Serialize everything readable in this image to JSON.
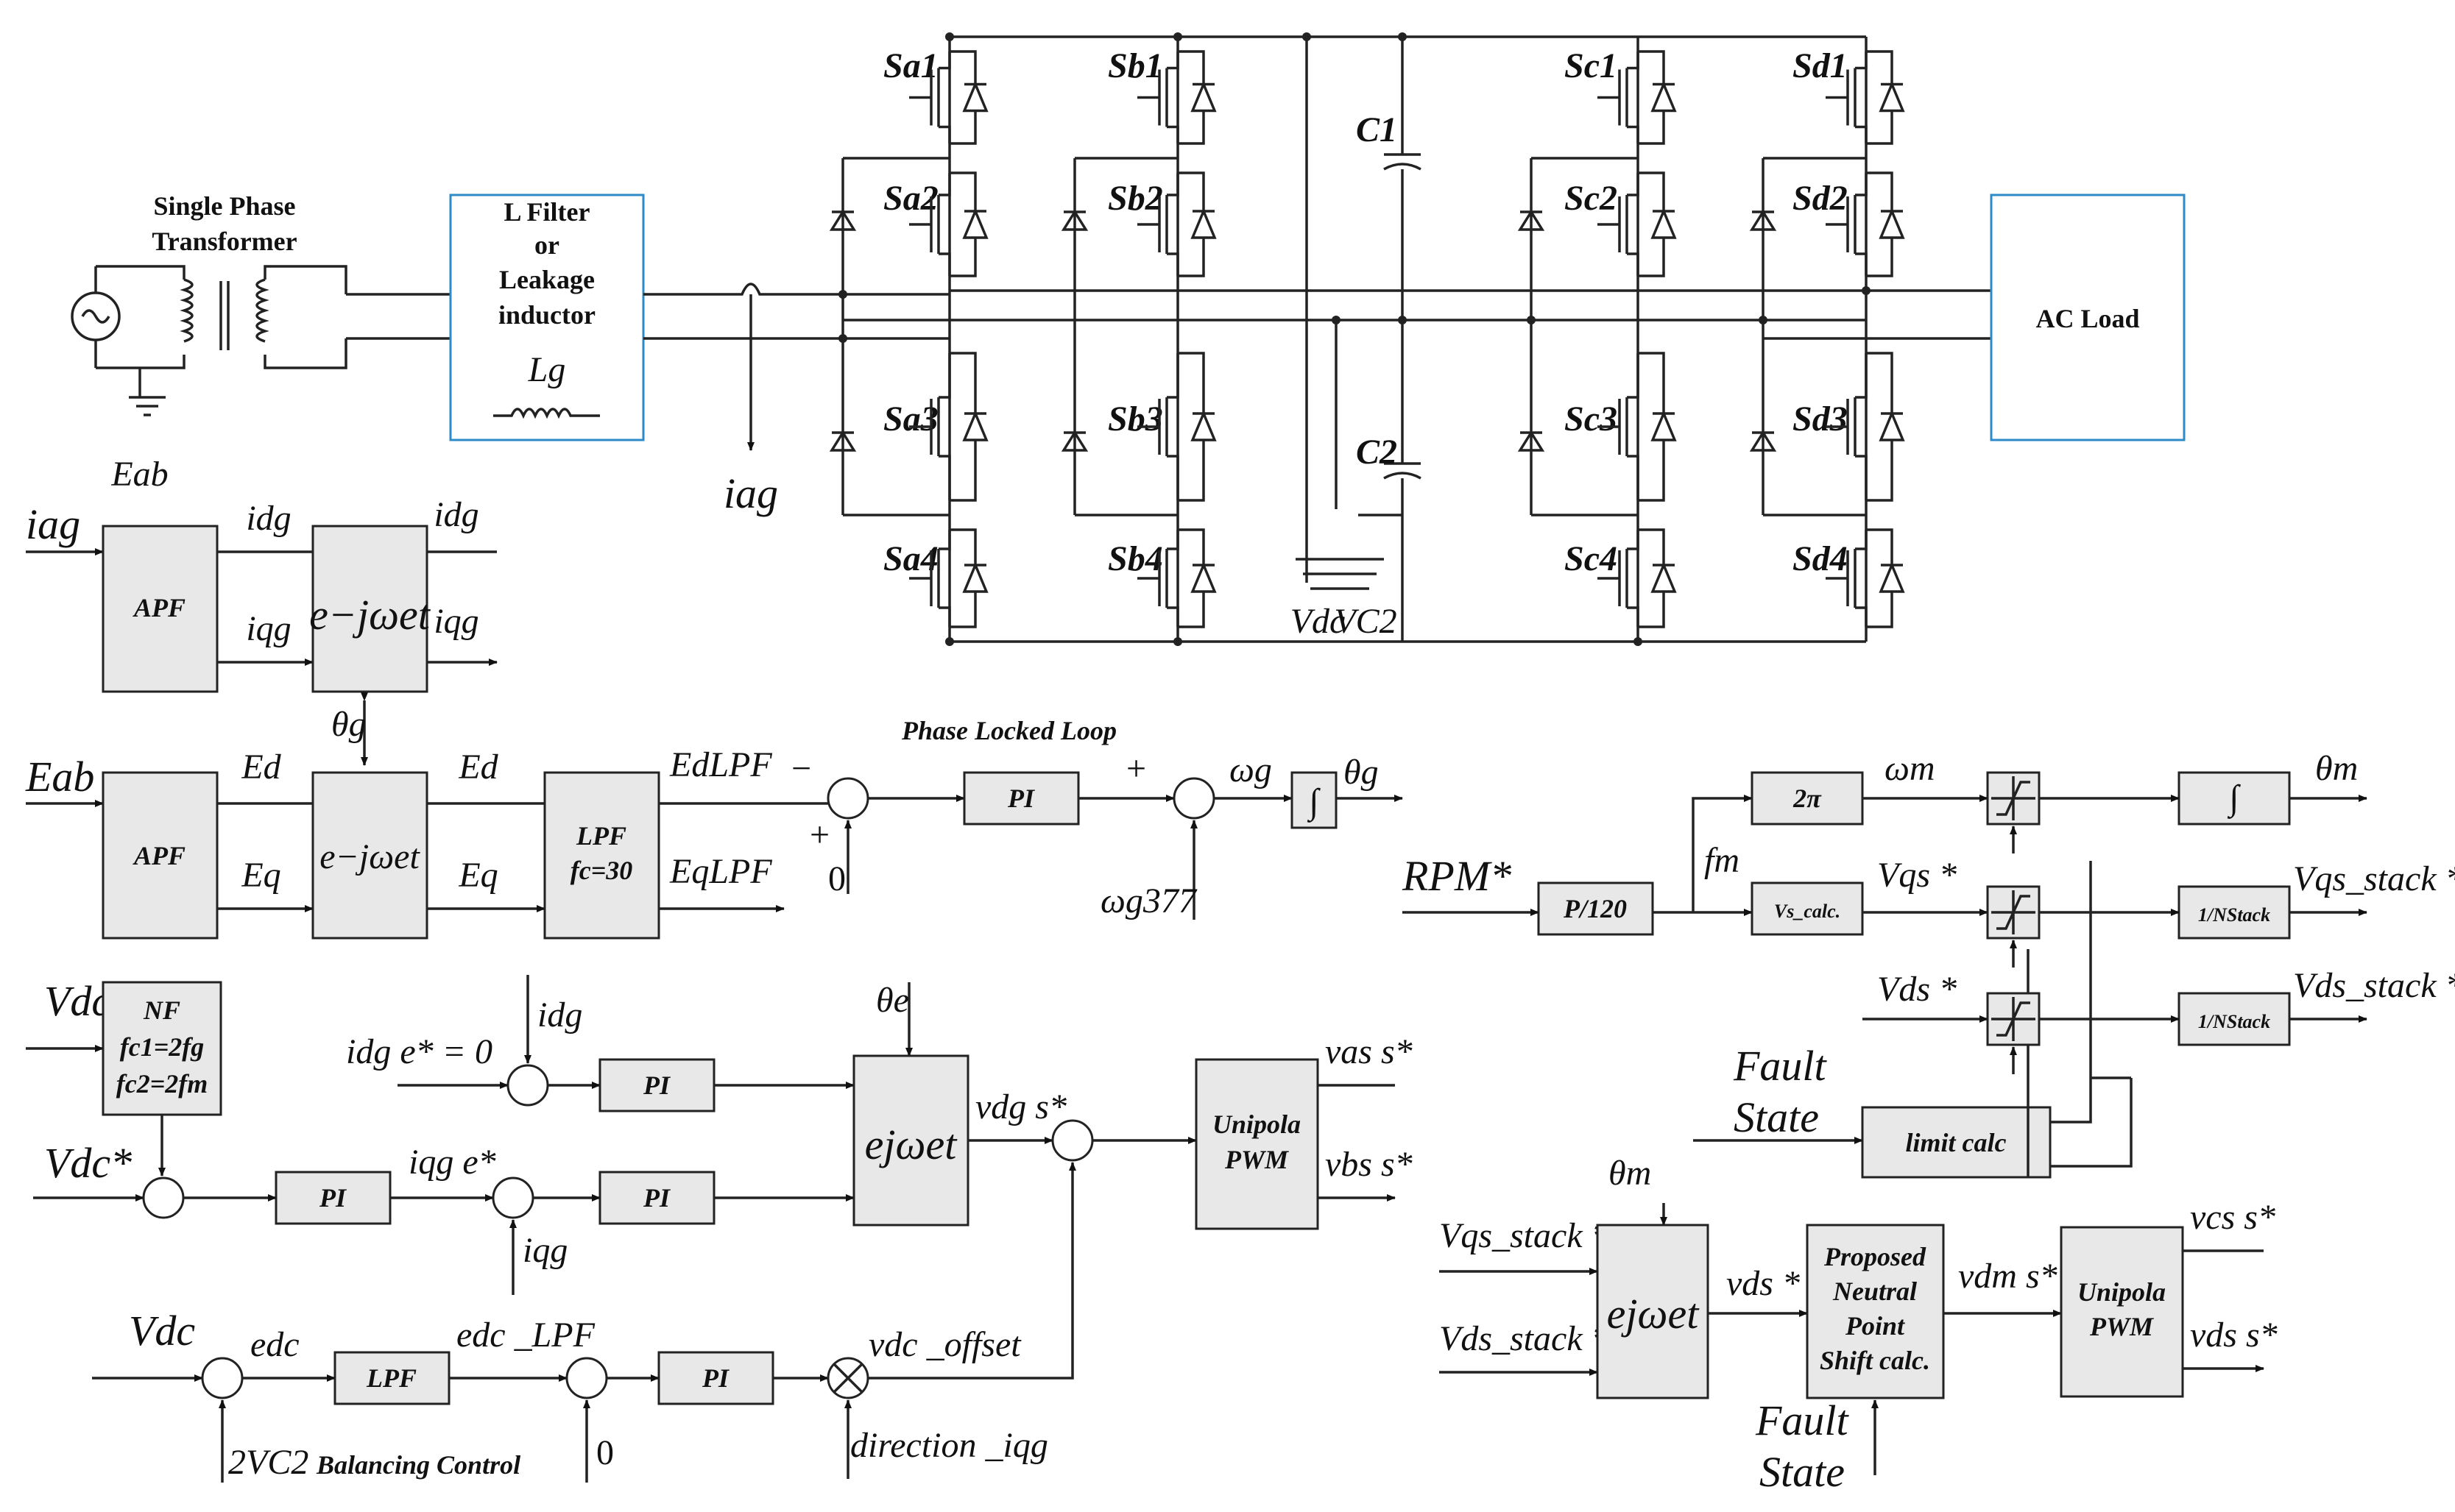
{
  "power_circuit": {
    "transformer_label_1": "Single Phase",
    "transformer_label_2": "Transformer",
    "filter_line_1": "L Filter",
    "filter_line_2": "or",
    "filter_line_3": "Leakage",
    "filter_line_4": "inductor",
    "filter_symbol": "Lg",
    "source_voltage": "Eab",
    "grid_current": "iag",
    "capacitor_top": "C1",
    "capacitor_bottom": "C2",
    "dc_voltage": "Vdc",
    "c2_voltage": "VC2",
    "load_label": "AC Load",
    "switches": [
      "Sa1",
      "Sa2",
      "Sa3",
      "Sa4",
      "Sb1",
      "Sb2",
      "Sb3",
      "Sb4",
      "Sc1",
      "Sc2",
      "Sc3",
      "Sc4",
      "Sd1",
      "Sd2",
      "Sd3",
      "Sd4"
    ]
  },
  "dq_current_block": {
    "input": "iag",
    "apf": "APF",
    "transform": "e−jωet",
    "out_d": "idg",
    "out_q": "iqg",
    "out_de": "idg",
    "out_qe": "iqg",
    "theta": "θg"
  },
  "pll_block": {
    "title": "Phase Locked Loop",
    "input": "Eab",
    "apf": "APF",
    "transform": "e−jωet",
    "ed_s": "Ed",
    "eq_s": "Eq",
    "ed_e": "Ed",
    "eq_e": "Eq",
    "lpf_1": "LPF",
    "lpf_2": "fc=30",
    "ed_lpf": "EdLPF",
    "eq_lpf": "EqLPF",
    "pi": "PI",
    "zero": "0",
    "omega": "ωg",
    "omega_ref": "ωg377",
    "integrator": "∫",
    "theta_out": "θg",
    "minus": "−",
    "plus": "+"
  },
  "current_control": {
    "nf_1": "NF",
    "nf_2": "fc1=2fg",
    "nf_3": "fc2=2fm",
    "vdc": "Vdc",
    "vdc_ref": "Vdc*",
    "idg_ref": "idg e* = 0",
    "idg_fb": "idg",
    "iqg_ref": "iqg e*",
    "iqg_fb": "iqg",
    "pi": "PI",
    "theta_e": "θe",
    "transform": "ejωet",
    "vdg": "vdg s*",
    "pwm_1": "Unipola",
    "pwm_2": "PWM",
    "vas": "vas s*",
    "vbs": "vbs s*"
  },
  "balancing_control": {
    "title": "Balancing Control",
    "vdc": "Vdc",
    "edc": "edc",
    "lpf": "LPF",
    "edc_lpf": "edc _LPF",
    "pi": "PI",
    "zero": "0",
    "vc2": "2VC2",
    "offset": "vdc _offset",
    "direction": "direction _iqg"
  },
  "motor_control": {
    "rpm": "RPM*",
    "p120": "P/120",
    "fm": "fm",
    "two_pi": "2π",
    "omega_m": "ωm",
    "integrator": "∫",
    "theta_m": "θm",
    "vs_calc": "Vs_calc.",
    "vqs": "Vqs *",
    "vds": "Vds *",
    "n_stack": "1/NStack",
    "vqs_stack": "Vqs_stack *",
    "vds_stack": "Vds_stack *",
    "fault_1": "Fault",
    "fault_2": "State",
    "limit": "limit calc"
  },
  "neutral_shift": {
    "theta_m": "θm",
    "vqs_stack": "Vqs_stack *",
    "vds_stack": "Vds_stack *",
    "transform": "ejωet",
    "vds": "vds *",
    "npc_1": "Proposed",
    "npc_2": "Neutral",
    "npc_3": "Point",
    "npc_4": "Shift calc.",
    "vdm": "vdm s*",
    "pwm_1": "Unipola",
    "pwm_2": "PWM",
    "vcs": "vcs s*",
    "vds_out": "vds s*",
    "fault_1": "Fault",
    "fault_2": "State"
  }
}
